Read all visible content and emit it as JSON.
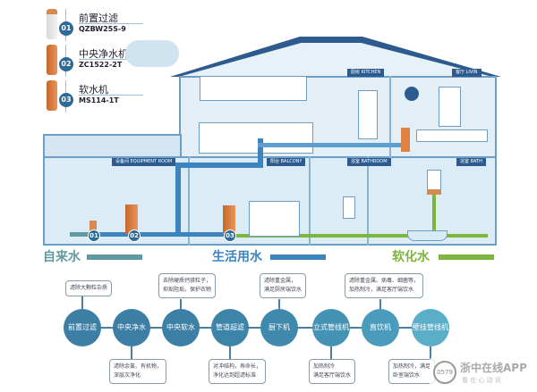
{
  "products": [
    {
      "num": "01",
      "name": "前置过滤",
      "model": "QZBW25S-9"
    },
    {
      "num": "02",
      "name": "中央净水机",
      "model": "ZC1522-2T"
    },
    {
      "num": "03",
      "name": "软水机",
      "model": "MS114-1T"
    }
  ],
  "rooms": {
    "kitchen": "厨房 KITCHEN",
    "living": "客厅 LIVIN",
    "equipment": "设备间 EQUIPMENT ROOM",
    "balcony": "阳台 BALCONY",
    "bathroom": "浴室 BATHROOM",
    "bath": "浴室 BATH"
  },
  "scene_markers": [
    "01",
    "02",
    "03"
  ],
  "legend": [
    {
      "label": "自来水",
      "color": "#5f9aa0"
    },
    {
      "label": "生活用水",
      "color": "#3c84c0"
    },
    {
      "label": "软化水",
      "color": "#7db53d"
    }
  ],
  "flow": [
    {
      "label": "前置过滤",
      "color": "#3c7ea4",
      "note_top": "滤除大颗粒杂质"
    },
    {
      "label": "中央净水",
      "color": "#3c7ea4",
      "note_bottom": [
        "滤除余氯、有机物，",
        "深层次净化"
      ]
    },
    {
      "label": "中央软水",
      "color": "#3c80a6",
      "note_top": [
        "去除硬质钙镁粒子，",
        "抑垢阻垢，保护衣物"
      ]
    },
    {
      "label": "管道超滤",
      "color": "#3d84a9",
      "note_bottom": [
        "对冲结构，寿命长，",
        "净化达到超滤标准"
      ]
    },
    {
      "label": "厨下机",
      "color": "#3f89ad",
      "note_top": [
        "滤除重金属，",
        "满足厨房端饮水"
      ]
    },
    {
      "label": "立式管线机",
      "color": "#4593b4",
      "note_bottom": [
        "加热制冷",
        "满足客厅端饮水"
      ]
    },
    {
      "label": "直饮机",
      "color": "#4b9cbc",
      "note_top": [
        "滤除重金属、病毒、细菌等，",
        "加热制冷，满足客厅端饮水"
      ]
    },
    {
      "label": "壁挂管线机",
      "color": "#5aaec8",
      "note_bottom": [
        "加热制冷，满足",
        "卧室端饮水"
      ]
    }
  ],
  "watermark": {
    "logo": "0579",
    "title": "浙中在线APP",
    "subtitle": "看 在 心 动 讯"
  }
}
